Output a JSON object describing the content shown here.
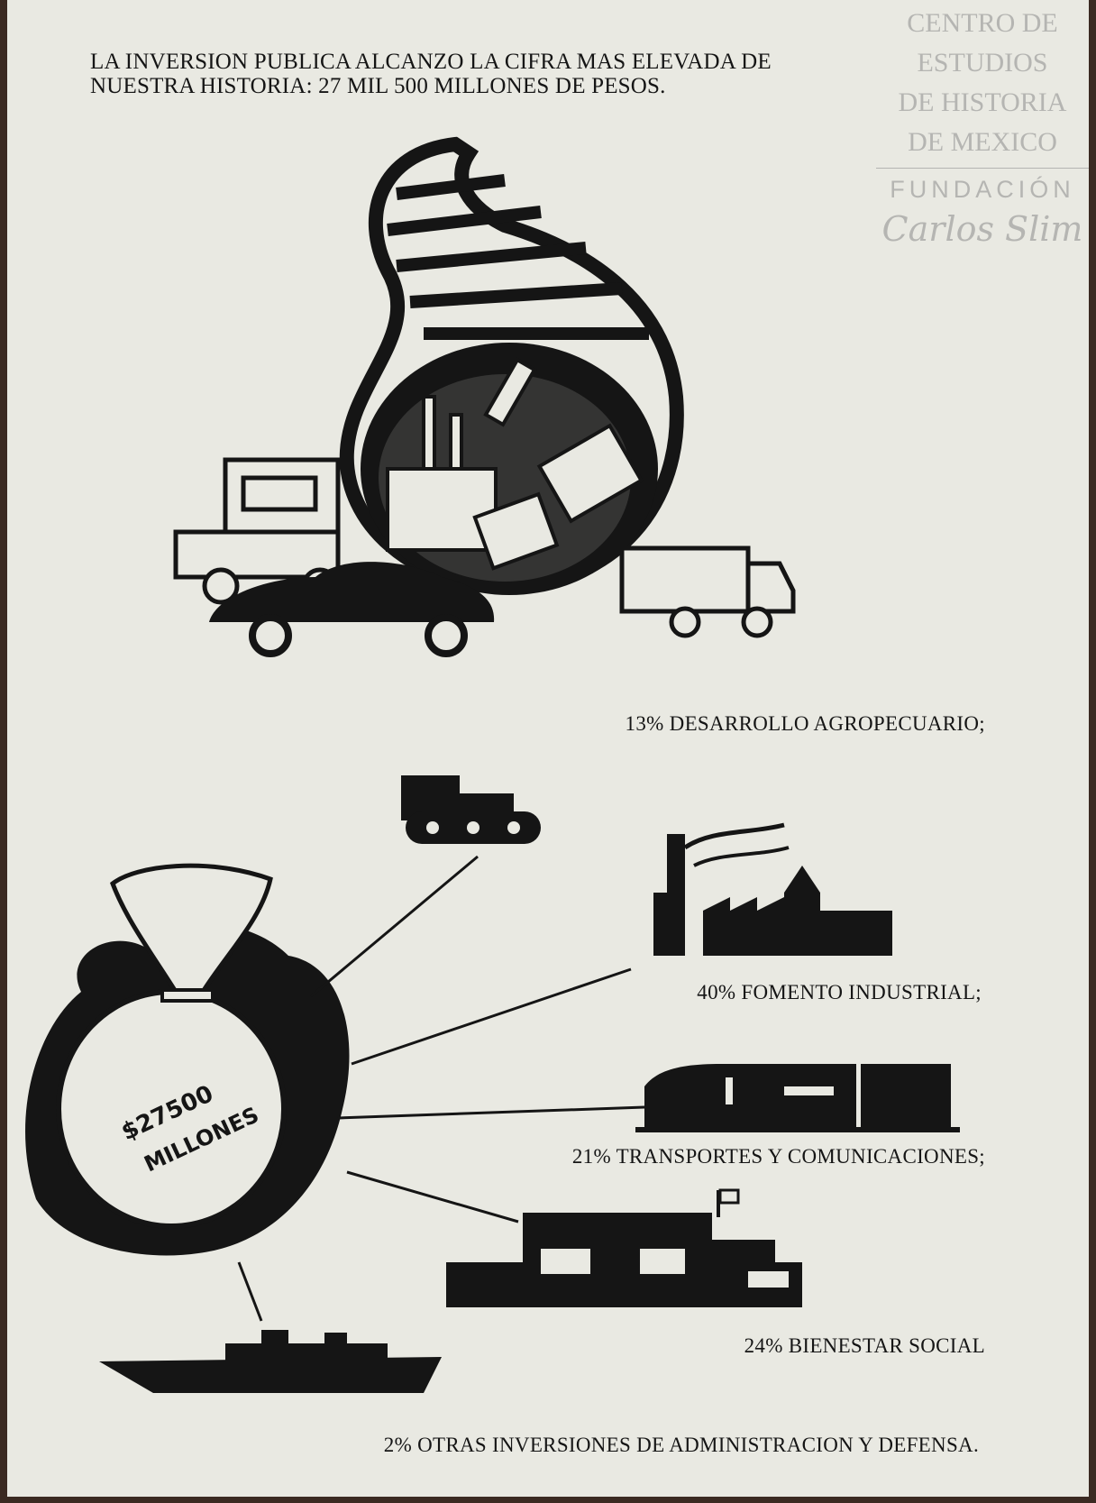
{
  "headline": {
    "line1": "LA INVERSION PUBLICA ALCANZO LA CIFRA MAS ELEVADA DE",
    "line2": "NUESTRA HISTORIA: 27 MIL 500 MILLONES DE PESOS."
  },
  "watermark": {
    "lines": [
      "CENTRO DE",
      "ESTUDIOS",
      "DE HISTORIA",
      "DE MEXICO"
    ],
    "foundation": "FUNDACIÓN",
    "signature": "Carlos Slim"
  },
  "money_bag": {
    "amount": "$27500",
    "unit": "MILLONES"
  },
  "breakdown": [
    {
      "percent": "13%",
      "label": "DESARROLLO AGROPECUARIO;",
      "icon": "tractor-icon"
    },
    {
      "percent": "40%",
      "label": "FOMENTO INDUSTRIAL;",
      "icon": "factory-icon"
    },
    {
      "percent": "21%",
      "label": "TRANSPORTES Y COMUNICACIONES;",
      "icon": "train-icon"
    },
    {
      "percent": "24%",
      "label": "BIENESTAR SOCIAL",
      "icon": "school-building-icon"
    },
    {
      "percent": "2%",
      "label": "OTRAS INVERSIONES DE ADMINISTRACION Y DEFENSA.",
      "icon": "warship-icon"
    }
  ]
}
